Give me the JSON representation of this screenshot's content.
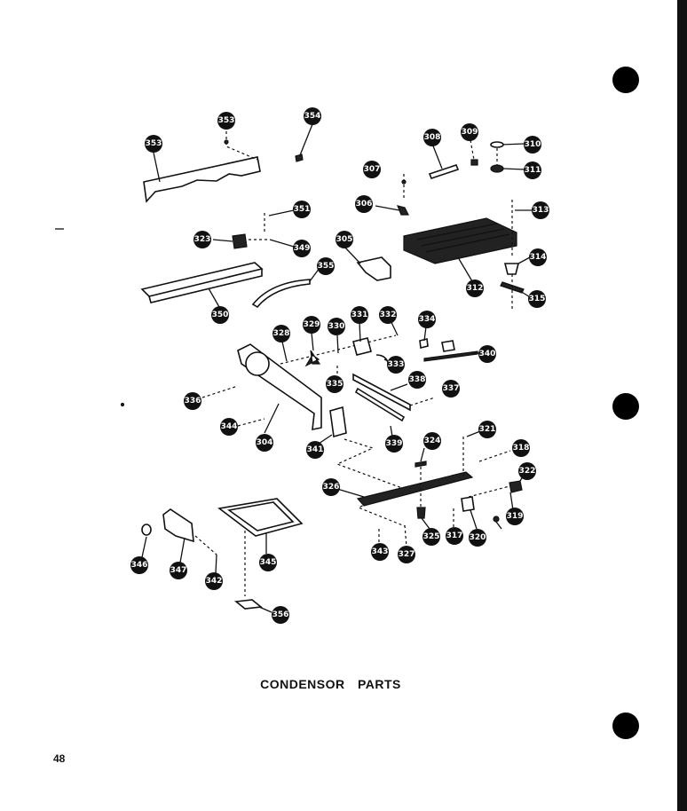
{
  "caption": "CONDENSOR PARTS",
  "page_number": "48",
  "colors": {
    "ink": "#111111",
    "paper": "#ffffff"
  },
  "callouts": [
    "353",
    "353",
    "354",
    "308",
    "309",
    "310",
    "311",
    "307",
    "306",
    "313",
    "351",
    "323",
    "349",
    "305",
    "355",
    "314",
    "350",
    "312",
    "315",
    "328",
    "329",
    "330",
    "331",
    "332",
    "334",
    "340",
    "333",
    "335",
    "336",
    "338",
    "337",
    "344",
    "304",
    "341",
    "339",
    "324",
    "321",
    "318",
    "322",
    "326",
    "319",
    "317",
    "320",
    "325",
    "327",
    "343",
    "346",
    "347",
    "342",
    "345",
    "356"
  ]
}
